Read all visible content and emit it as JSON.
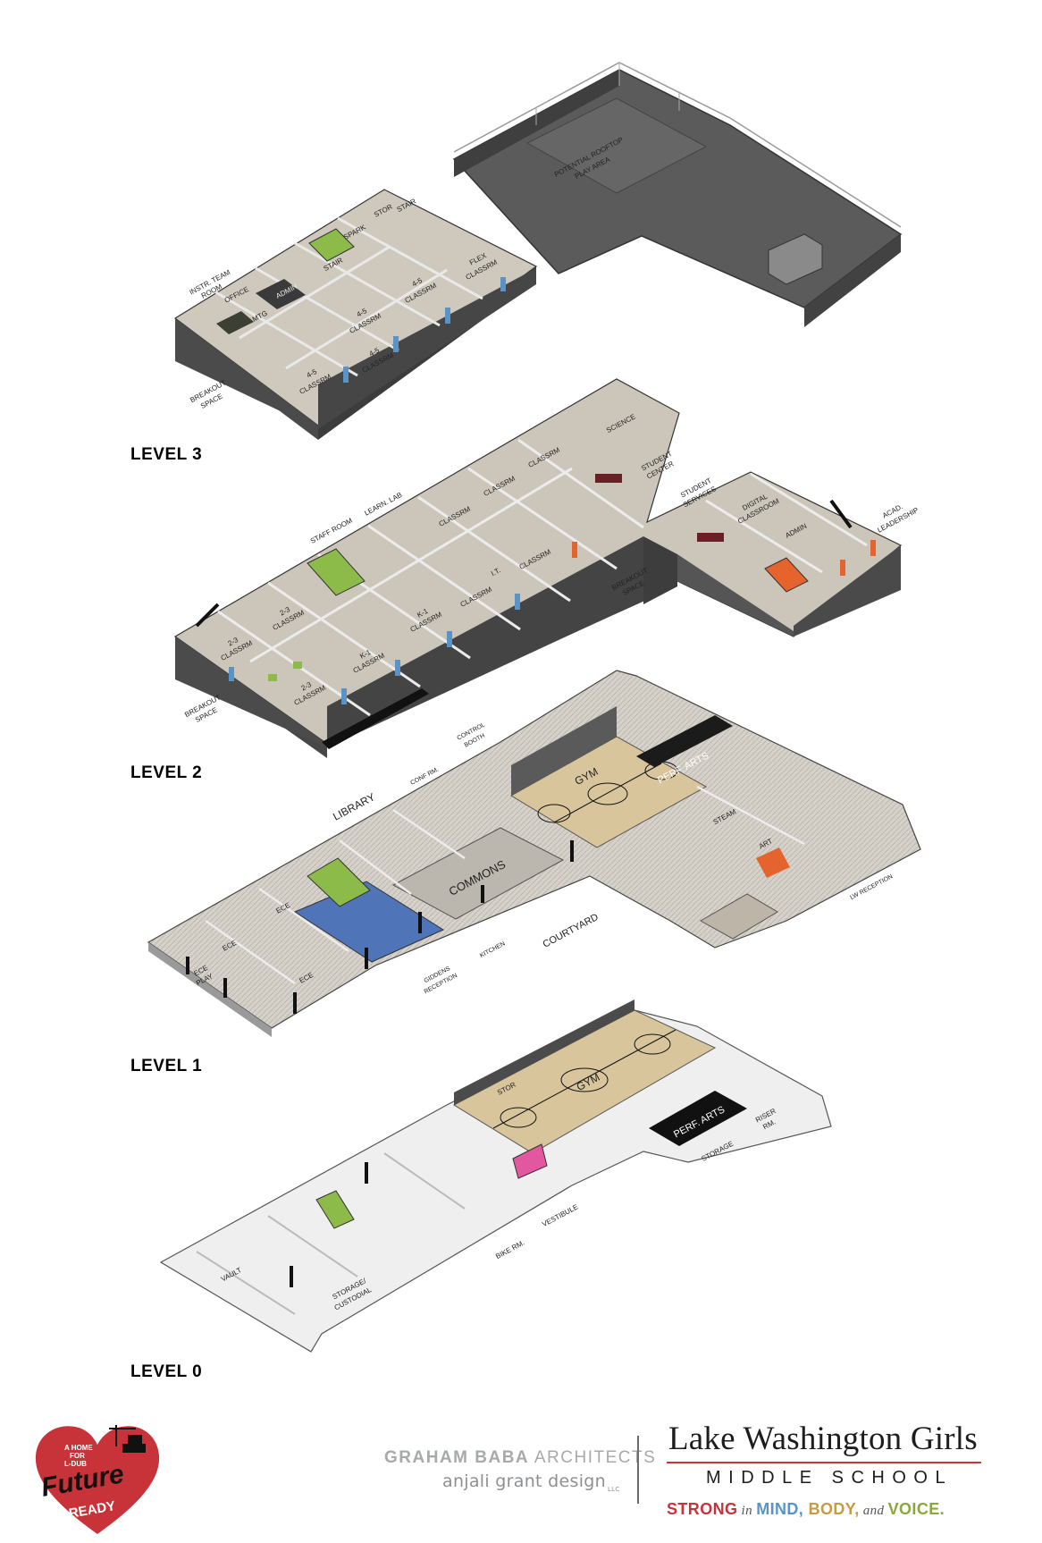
{
  "levels": {
    "level3": {
      "label": "LEVEL 3",
      "rooms": [
        "POTENTIAL ROOFTOP",
        "PLAY AREA",
        "INSTR. TEAM",
        "ROOM",
        "OFFICE",
        "ADMIN",
        "MTG",
        "STAIR",
        "SPARK",
        "STOR",
        "STAIR",
        "FLEX",
        "CLASSRM",
        "4-5",
        "CLASSRM",
        "4-5",
        "CLASSRM",
        "4-5",
        "CLASSRM",
        "4-5",
        "CLASSRM",
        "BREAKOUT",
        "SPACE"
      ]
    },
    "level2": {
      "label": "LEVEL 2",
      "rooms": [
        "STAFF ROOM",
        "LEARN. LAB",
        "SCIENCE",
        "CLASSRM",
        "CLASSRM",
        "CLASSRM",
        "STUDENT",
        "CENTER",
        "STUDENT",
        "SERVICES",
        "DIGITAL",
        "CLASSROOM",
        "ADMIN",
        "ACAD.",
        "LEADERSHIP",
        "I.T.",
        "CLASSRM",
        "CLASSRM",
        "K-1",
        "CLASSRM",
        "2-3",
        "CLASSRM",
        "2-3",
        "CLASSRM",
        "K-1",
        "CLASSRM",
        "2-3",
        "CLASSRM",
        "BREAKOUT",
        "SPACE",
        "BREAKOUT",
        "SPACE"
      ]
    },
    "level1": {
      "label": "LEVEL 1",
      "rooms": [
        "LIBRARY",
        "CONF RM.",
        "CONTROL",
        "BOOTH",
        "GYM",
        "PERF. ARTS",
        "STEAM",
        "ART",
        "COMMONS",
        "COURTYARD",
        "KITCHEN",
        "GIDDENS",
        "RECEPTION",
        "LW RECEPTION",
        "ECE",
        "ECE",
        "ECE",
        "ECE",
        "PLAY"
      ]
    },
    "level0": {
      "label": "LEVEL 0",
      "rooms": [
        "STOR",
        "GYM",
        "PERF. ARTS",
        "RISER",
        "RM.",
        "STORAGE",
        "VESTIBULE",
        "BIKE RM.",
        "STORAGE/",
        "CUSTODIAL",
        "VAULT"
      ]
    }
  },
  "footer": {
    "badge_line1": "A HOME",
    "badge_line2": "FOR",
    "badge_line3": "L-DUB",
    "badge_script": "Future",
    "badge_ready": "READY",
    "architect_bold": "GRAHAM BABA",
    "architect_rest": " ARCHITECTS",
    "designer": "anjali grant design",
    "designer_llc": "LLC",
    "school_name": "Lake Washington Girls",
    "school_sub": "MIDDLE SCHOOL",
    "tagline": {
      "strong": "STRONG",
      "in": " in ",
      "mind": "MIND,",
      "body": " BODY,",
      "and": " and ",
      "voice": "VOICE."
    }
  },
  "colors": {
    "roof": "#5e5e5e",
    "wall": "#4b4b4b",
    "floor": "#c9c3b8",
    "gym": "#d8c59c",
    "accent_green": "#8dbb4a",
    "accent_blue": "#4f74b8",
    "accent_orange": "#e5642e",
    "accent_pink": "#e2579f",
    "brand_red": "#c8333a",
    "tag_blue": "#5a93c6",
    "tag_tan": "#c79a45",
    "tag_green": "#8aa83a"
  }
}
